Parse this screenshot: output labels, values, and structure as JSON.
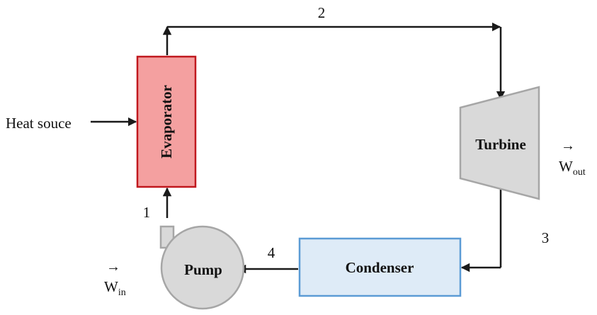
{
  "components": {
    "evaporator": "Evaporator",
    "turbine": "Turbine",
    "condenser": "Condenser",
    "pump": "Pump"
  },
  "labels": {
    "heat_source": "Heat souce",
    "state_1": "1",
    "state_2": "2",
    "state_3": "3",
    "state_4": "4",
    "work_out_main": "W",
    "work_out_sub": "out",
    "work_in_main": "W",
    "work_in_sub": "in",
    "arrow_glyph": "→"
  },
  "colors": {
    "evaporator_fill": "#f4a0a0",
    "evaporator_stroke": "#c0181e",
    "turbine_fill": "#d9d9d9",
    "turbine_stroke": "#a6a6a6",
    "condenser_fill": "#deebf7",
    "condenser_stroke": "#5b9bd5",
    "pump_fill": "#d9d9d9",
    "pump_stroke": "#a6a6a6",
    "line": "#1a1a1a"
  }
}
